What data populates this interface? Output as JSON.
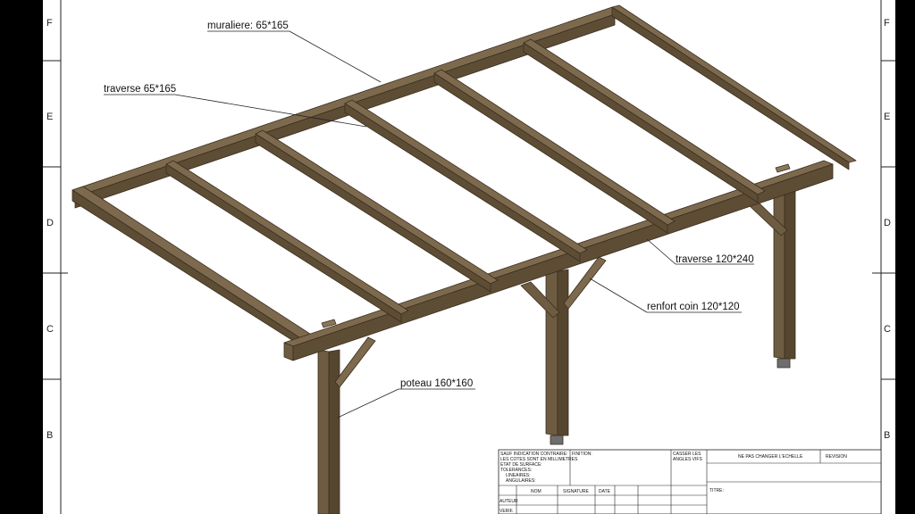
{
  "zones": {
    "left": [
      "F",
      "E",
      "D",
      "C",
      "B"
    ],
    "right": [
      "F",
      "E",
      "D",
      "C",
      "B"
    ]
  },
  "callouts": {
    "muraliere": "muraliere: 65*165",
    "traverse_small": "traverse 65*165",
    "traverse_large": "traverse 120*240",
    "renfort": "renfort coin 120*120",
    "poteau": "poteau 160*160"
  },
  "title_block": {
    "general_note": [
      "SAUF INDICATION CONTRAIRE:",
      "LES COTES SONT EN MILLIMETRES",
      "ETAT DE SURFACE:",
      "TOLERANCES:",
      "LINEAIRES:",
      "ANGULAIRES:"
    ],
    "finish_label": "FINITION:",
    "deburr_label": [
      "CASSER LES",
      "ANGLES VIFS"
    ],
    "scale_note": "NE PAS CHANGER L'ECHELLE",
    "revision_label": "REVISION",
    "title_label": "TITRE:",
    "col_headers": [
      "NOM",
      "SIGNATURE",
      "DATE"
    ],
    "rows": [
      "AUTEUR",
      "VERIF."
    ]
  },
  "colors": {
    "wood_top": "#7d6a4e",
    "wood_side": "#5e4d35",
    "wood_edge": "#3a2e1e",
    "line": "#222222"
  }
}
